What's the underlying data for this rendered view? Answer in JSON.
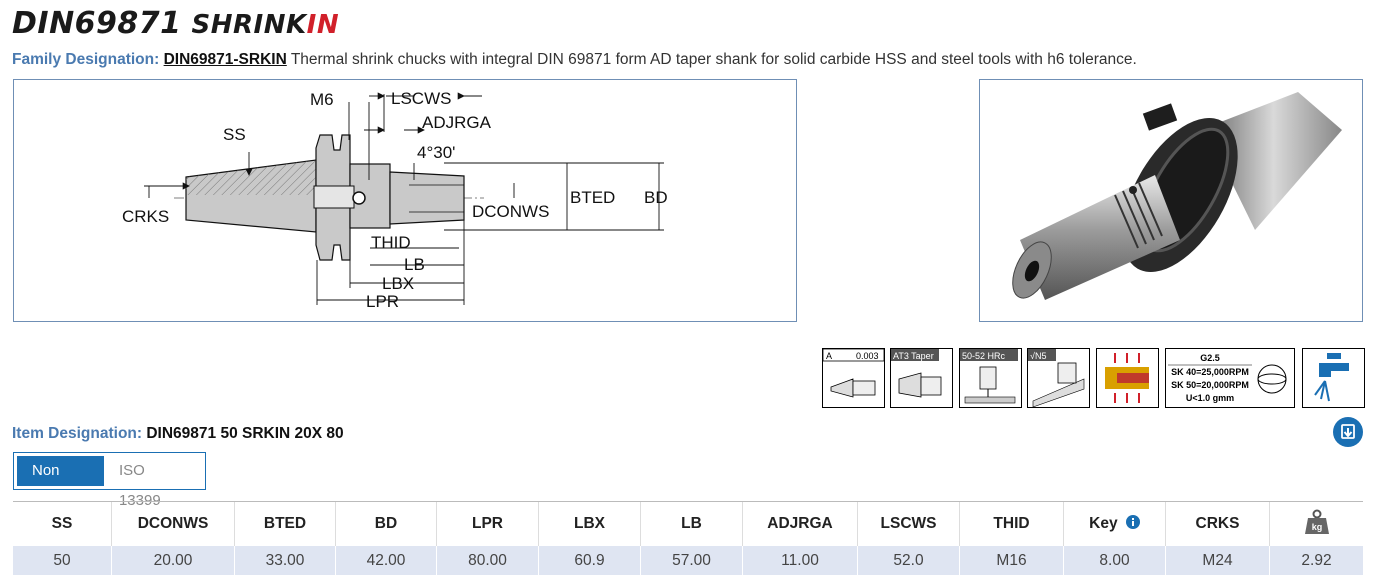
{
  "header": {
    "title": "DIN69871",
    "brand_prefix": "SHRINK",
    "brand_accent": "IN",
    "accent_color": "#d1202a"
  },
  "family": {
    "label": "Family Designation:",
    "link": "DIN69871-SRKIN",
    "description": "Thermal shrink chucks with integral DIN 69871 form AD taper shank for solid carbide HSS and steel tools with h6 tolerance."
  },
  "diagram": {
    "labels": {
      "m6": "M6",
      "lscws": "LSCWS",
      "adjrga": "ADJRGA",
      "ss": "SS",
      "angle": "4°30'",
      "crks": "CRKS",
      "dconws": "DCONWS",
      "bted": "BTED",
      "bd": "BD",
      "thid": "THID",
      "lb": "LB",
      "lbx": "LBX",
      "lpr": "LPR"
    }
  },
  "feature_icons": [
    {
      "name": "runout-icon",
      "text": "A",
      "text2": "0.003"
    },
    {
      "name": "at3-taper-icon",
      "text": "AT3 Taper"
    },
    {
      "name": "hardness-icon",
      "text": "50-52 HRc"
    },
    {
      "name": "surface-finish-icon",
      "text": "√N5"
    },
    {
      "name": "heat-shrink-icon",
      "text": ""
    },
    {
      "name": "balance-icon",
      "lines": [
        "G2.5",
        "SK 40=25,000RPM",
        "SK 50=20,000RPM",
        "U<1.0 gmm"
      ]
    },
    {
      "name": "coolant-icon",
      "text": ""
    }
  ],
  "item": {
    "label": "Item Designation:",
    "value": "DIN69871 50 SRKIN 20X 80"
  },
  "tabs": [
    {
      "label": "Non ISO",
      "active": true
    },
    {
      "label": "ISO 13399",
      "active": false
    }
  ],
  "table": {
    "headers": [
      "SS",
      "DCONWS",
      "BTED",
      "BD",
      "LPR",
      "LBX",
      "LB",
      "ADJRGA",
      "LSCWS",
      "THID",
      "Key",
      "CRKS",
      ""
    ],
    "weight_icon_text": "kg",
    "rows": [
      [
        "50",
        "20.00",
        "33.00",
        "42.00",
        "80.00",
        "60.9",
        "57.00",
        "11.00",
        "52.0",
        "M16",
        "8.00",
        "M24",
        "2.92"
      ]
    ]
  },
  "colors": {
    "label_blue": "#4a7ab0",
    "primary_blue": "#1a6fb3",
    "row_bg": "#dfe5f2"
  }
}
